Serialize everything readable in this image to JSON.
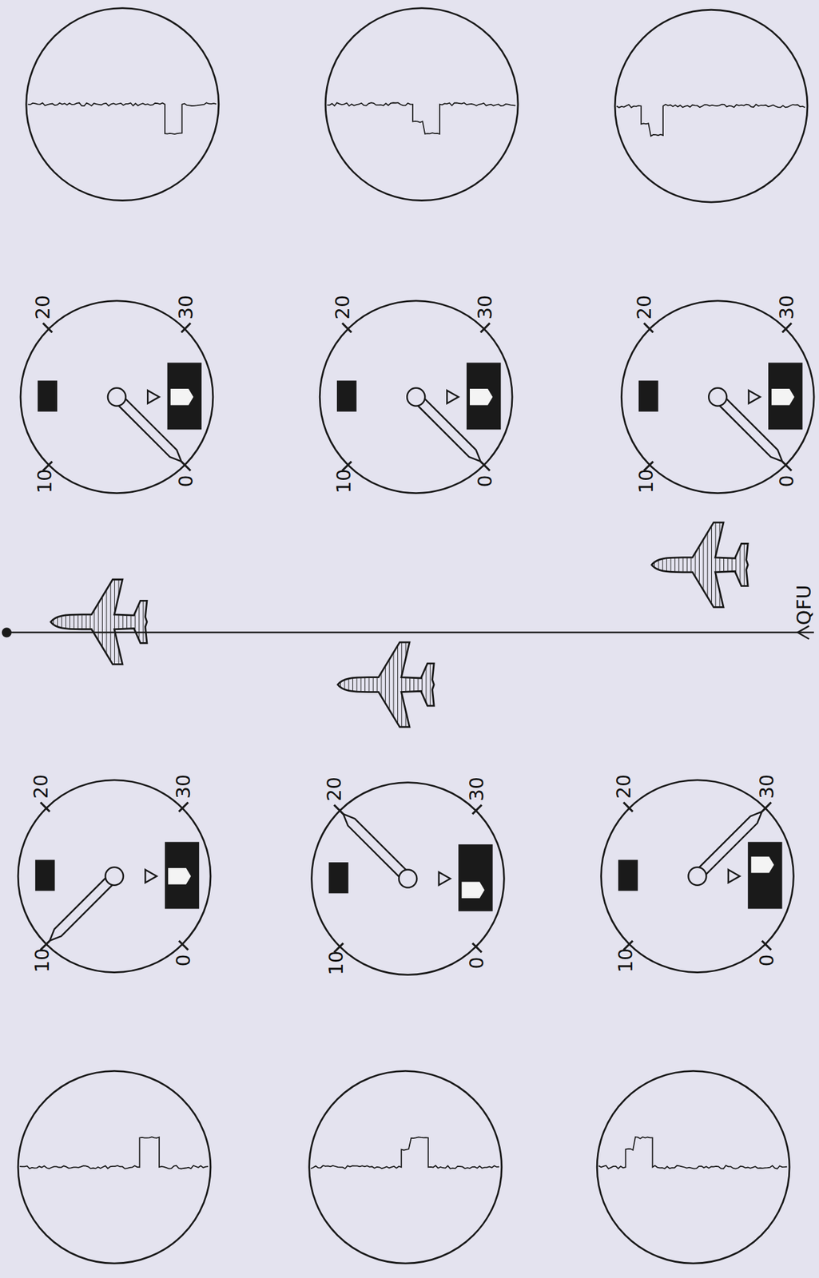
{
  "diagram": {
    "labels": [
      "20",
      "30",
      "10",
      "0",
      "20",
      "30",
      "10",
      "0",
      "20",
      "30",
      "10",
      "0",
      "20",
      "30",
      "10",
      "0",
      "20",
      "30",
      "10",
      "0",
      "20",
      "30",
      "10",
      "0",
      "QFU"
    ]
  }
}
